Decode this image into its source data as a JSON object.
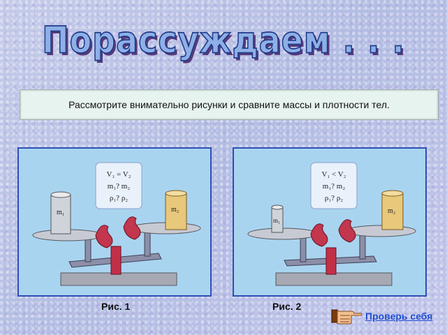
{
  "title": "Порассуждаем . . .",
  "banner_text": "Рассмотрите внимательно рисунки и сравните массы и плотности тел.",
  "figures": [
    {
      "caption": "Рис. 1",
      "formula": [
        "V₁ = V₂",
        "m₁? m₂",
        "ρ₁? ρ₂"
      ],
      "left_label": "m₁",
      "right_label": "m₂"
    },
    {
      "caption": "Рис. 2",
      "formula": [
        "V₁ < V₂",
        "m₁? m₂",
        "ρ₁? ρ₂"
      ],
      "left_label": "m₁",
      "right_label": "m₂"
    }
  ],
  "check_link": "Проверь себя",
  "icons": [
    "pointing-hand-icon"
  ],
  "colors": {
    "panel_bg": "#a9d4f0",
    "panel_border": "#2f4fb5",
    "title_fill": "#8fb0e6",
    "link": "#1f4fd0",
    "bird": "#c2364e",
    "wood": "#e8c87a"
  }
}
